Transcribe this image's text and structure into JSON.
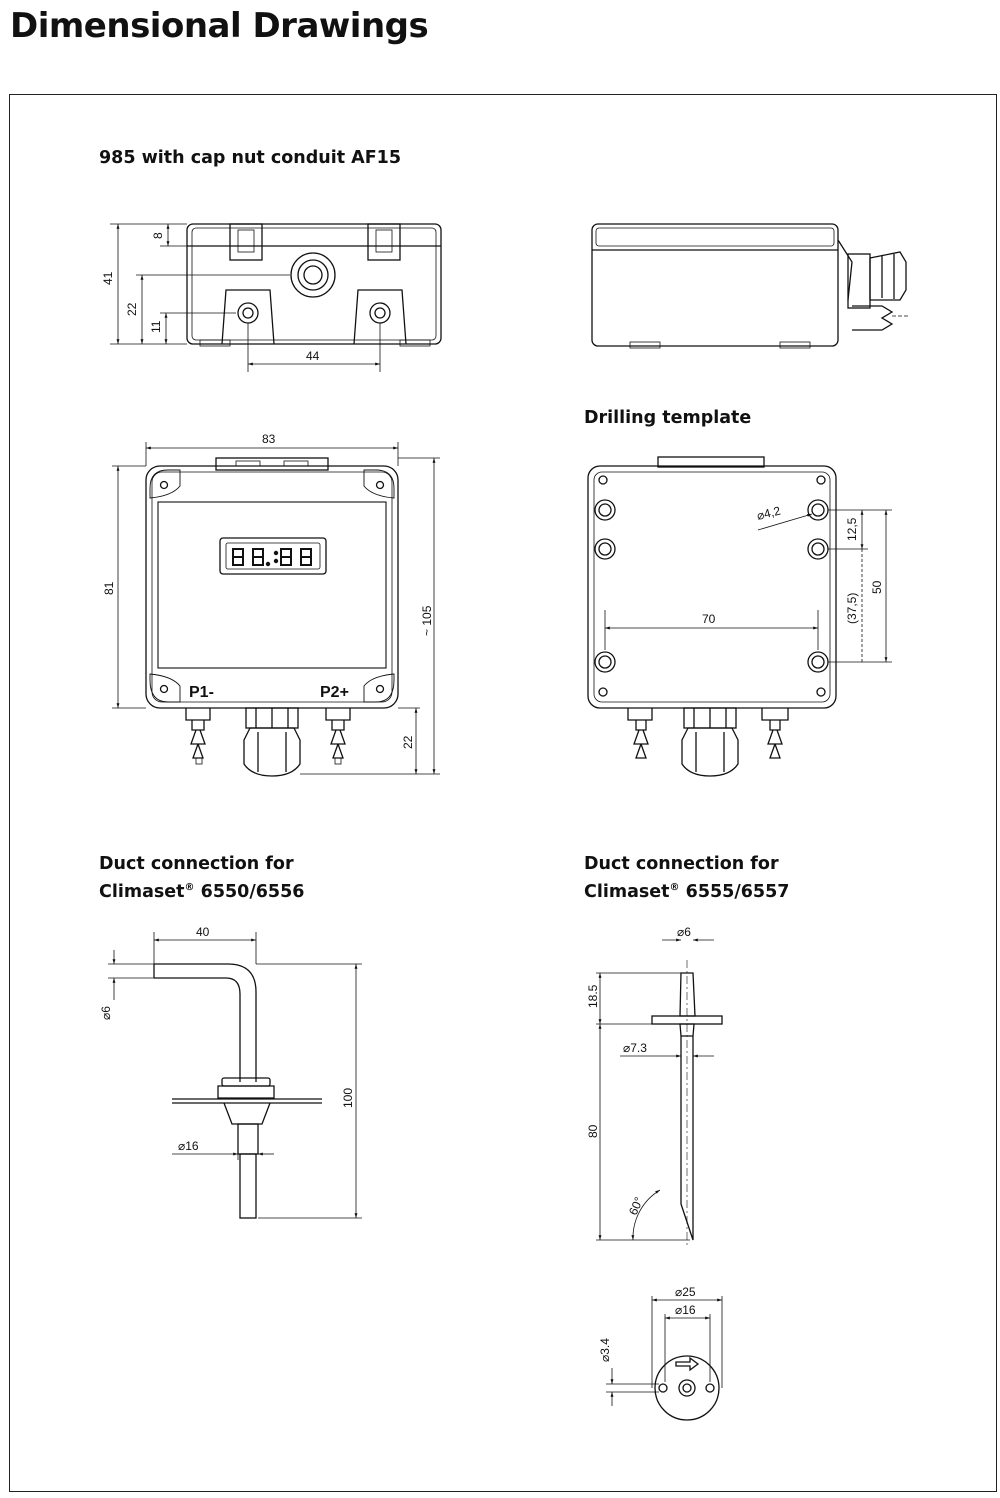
{
  "page": {
    "title": "Dimensional Drawings"
  },
  "sections": {
    "front": {
      "title": "985 with cap nut conduit AF15"
    },
    "drilling": {
      "title": "Drilling template"
    },
    "duct_a": {
      "title_line1": "Duct connection for",
      "title_line2_brand": "Climaset",
      "title_line2_models": "6550/6556"
    },
    "duct_b": {
      "title_line1": "Duct connection for",
      "title_line2_brand": "Climaset",
      "title_line2_models": "6555/6557"
    }
  },
  "dimensions": {
    "top_view": {
      "d8": "8",
      "d41": "41",
      "d22": "22",
      "d11": "11",
      "d44": "44"
    },
    "front_view": {
      "d83": "83",
      "d81": "81",
      "d105": "~ 105",
      "d22": "22",
      "p1": "P1-",
      "p2": "P2+",
      "display": "8.8:8.8"
    },
    "drilling_view": {
      "d42": "⌀4,2",
      "d125": "12,5",
      "d50": "50",
      "d375": "(37,5)",
      "d70": "70"
    },
    "duct_a": {
      "d40": "40",
      "d6": "⌀6",
      "d100": "100",
      "d16": "⌀16"
    },
    "duct_b": {
      "d6": "⌀6",
      "d185": "18.5",
      "d73": "⌀7.3",
      "d80": "80",
      "d60": "60°",
      "d25": "⌀25",
      "d16": "⌀16",
      "d34": "⌀3.4"
    }
  }
}
